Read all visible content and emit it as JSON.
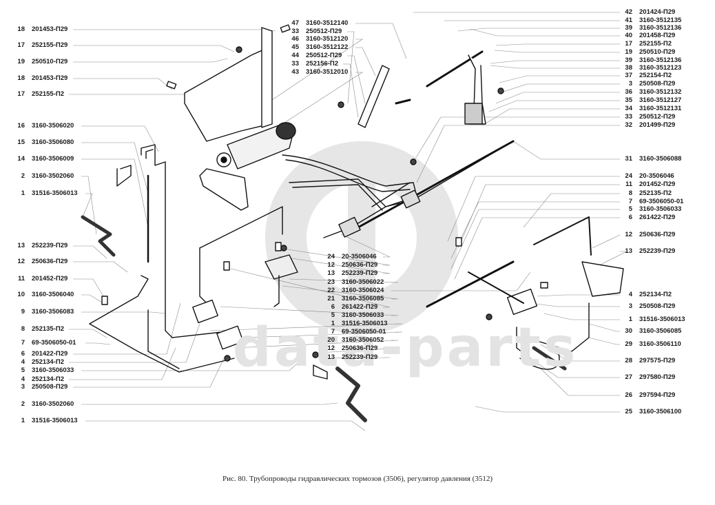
{
  "caption": "Рис. 80. Трубопроводы гидравлических тормозов (3506), регулятор давления (3512)",
  "watermark": {
    "text": "data-parts",
    "color": "#e2e2e2"
  },
  "labels_left": [
    {
      "num": "18",
      "part": "201453-П29"
    },
    {
      "num": "17",
      "part": "252155-П29"
    },
    {
      "num": "19",
      "part": "250510-П29"
    },
    {
      "num": "18",
      "part": "201453-П29"
    },
    {
      "num": "17",
      "part": "252155-П2"
    },
    {
      "num": "16",
      "part": "3160-3506020"
    },
    {
      "num": "15",
      "part": "3160-3506080"
    },
    {
      "num": "14",
      "part": "3160-3506009"
    },
    {
      "num": "2",
      "part": "3160-3502060"
    },
    {
      "num": "1",
      "part": "31516-3506013"
    },
    {
      "num": "13",
      "part": "252239-П29"
    },
    {
      "num": "12",
      "part": "250636-П29"
    },
    {
      "num": "11",
      "part": "201452-П29"
    },
    {
      "num": "10",
      "part": "3160-3506040"
    },
    {
      "num": "9",
      "part": "3160-3506083"
    },
    {
      "num": "8",
      "part": "252135-П2"
    },
    {
      "num": "7",
      "part": "69-3506050-01"
    },
    {
      "num": "6",
      "part": "201422-П29"
    },
    {
      "num": "4",
      "part": "252134-П2"
    },
    {
      "num": "5",
      "part": "3160-3506033"
    },
    {
      "num": "4",
      "part": "252134-П2"
    },
    {
      "num": "3",
      "part": "250508-П29"
    },
    {
      "num": "2",
      "part": "3160-3502060"
    },
    {
      "num": "1",
      "part": "31516-3506013"
    }
  ],
  "labels_top_center": [
    {
      "num": "47",
      "part": "3160-3512140"
    },
    {
      "num": "33",
      "part": "250512-П29"
    },
    {
      "num": "46",
      "part": "3160-3512120"
    },
    {
      "num": "45",
      "part": "3160-3512122"
    },
    {
      "num": "44",
      "part": "250512-П29"
    },
    {
      "num": "33",
      "part": "252156-П2"
    },
    {
      "num": "43",
      "part": "3160-3512010"
    }
  ],
  "labels_center": [
    {
      "num": "24",
      "part": "20-3506046"
    },
    {
      "num": "12",
      "part": "250636-П29"
    },
    {
      "num": "13",
      "part": "252239-П29"
    },
    {
      "num": "23",
      "part": "3160-3506022"
    },
    {
      "num": "22",
      "part": "3160-3506024"
    },
    {
      "num": "21",
      "part": "3160-3506085"
    },
    {
      "num": "6",
      "part": "261422-П29"
    },
    {
      "num": "5",
      "part": "3160-3506033"
    },
    {
      "num": "1",
      "part": "31516-3506013"
    },
    {
      "num": "7",
      "part": "69-3506050-01"
    },
    {
      "num": "20",
      "part": "3160-3506052"
    },
    {
      "num": "12",
      "part": "250636-П29"
    },
    {
      "num": "13",
      "part": "252239-П29"
    }
  ],
  "labels_right": [
    {
      "num": "42",
      "part": "201424-П29"
    },
    {
      "num": "41",
      "part": "3160-3512135"
    },
    {
      "num": "39",
      "part": "3160-3512136"
    },
    {
      "num": "40",
      "part": "201458-П29"
    },
    {
      "num": "17",
      "part": "252155-П2"
    },
    {
      "num": "19",
      "part": "250510-П29"
    },
    {
      "num": "39",
      "part": "3160-3512136"
    },
    {
      "num": "38",
      "part": "3160-3512123"
    },
    {
      "num": "37",
      "part": "252154-П2"
    },
    {
      "num": "3",
      "part": "250508-П29"
    },
    {
      "num": "36",
      "part": "3160-3512132"
    },
    {
      "num": "35",
      "part": "3160-3512127"
    },
    {
      "num": "34",
      "part": "3160-3512131"
    },
    {
      "num": "33",
      "part": "250512-П29"
    },
    {
      "num": "32",
      "part": "201499-П29"
    },
    {
      "num": "31",
      "part": "3160-3506088"
    },
    {
      "num": "24",
      "part": "20-3506046"
    },
    {
      "num": "11",
      "part": "201452-П29"
    },
    {
      "num": "8",
      "part": "252135-П2"
    },
    {
      "num": "7",
      "part": "69-3506050-01"
    },
    {
      "num": "5",
      "part": "3160-3506033"
    },
    {
      "num": "6",
      "part": "261422-П29"
    },
    {
      "num": "12",
      "part": "250636-П29"
    },
    {
      "num": "13",
      "part": "252239-П29"
    },
    {
      "num": "4",
      "part": "252134-П2"
    },
    {
      "num": "3",
      "part": "250508-П29"
    },
    {
      "num": "1",
      "part": "31516-3506013"
    },
    {
      "num": "30",
      "part": "3160-3506085"
    },
    {
      "num": "29",
      "part": "3160-3506110"
    },
    {
      "num": "28",
      "part": "297575-П29"
    },
    {
      "num": "27",
      "part": "297580-П29"
    },
    {
      "num": "26",
      "part": "297594-П29"
    },
    {
      "num": "25",
      "part": "3160-3506100"
    }
  ]
}
